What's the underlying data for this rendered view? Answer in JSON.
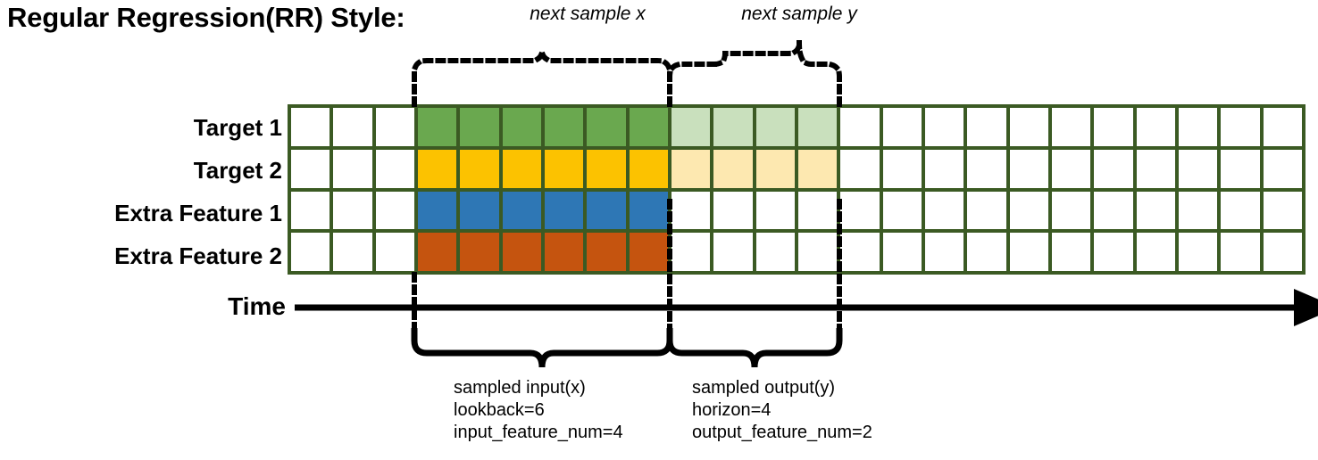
{
  "title": "Regular Regression(RR) Style:",
  "annotations": {
    "top": [
      {
        "id": "next-sample-x",
        "text": "next sample x"
      },
      {
        "id": "next-sample-y",
        "text": "next sample y"
      }
    ],
    "bottom": [
      {
        "id": "sampled-input",
        "lines": [
          "sampled input(x)",
          "lookback=6",
          "input_feature_num=4"
        ]
      },
      {
        "id": "sampled-output",
        "lines": [
          "sampled output(y)",
          "horizon=4",
          "output_feature_num=2"
        ]
      }
    ]
  },
  "axis": {
    "time_label": "Time",
    "direction": "right-arrow"
  },
  "rows": [
    {
      "label": "Target 1",
      "role": "target",
      "fill": "green",
      "fill_light": "green-light"
    },
    {
      "label": "Target 2",
      "role": "target",
      "fill": "gold",
      "fill_light": "gold-light"
    },
    {
      "label": "Extra Feature 1",
      "role": "extra-feature",
      "fill": "blue",
      "fill_light": null
    },
    {
      "label": "Extra Feature 2",
      "role": "extra-feature",
      "fill": "orange",
      "fill_light": null
    }
  ],
  "grid": {
    "columns": 24,
    "input_start_col": 3,
    "input_end_col": 9,
    "output_start_col": 9,
    "output_end_col": 13,
    "lookback": 6,
    "horizon": 4,
    "input_feature_num": 4,
    "output_feature_num": 2,
    "cells": [
      [
        "w",
        "w",
        "w",
        "green",
        "green",
        "green",
        "green",
        "green",
        "green",
        "green-light",
        "green-light",
        "green-light",
        "green-light",
        "w",
        "w",
        "w",
        "w",
        "w",
        "w",
        "w",
        "w",
        "w",
        "w",
        "w"
      ],
      [
        "w",
        "w",
        "w",
        "gold",
        "gold",
        "gold",
        "gold",
        "gold",
        "gold",
        "gold-light",
        "gold-light",
        "gold-light",
        "gold-light",
        "w",
        "w",
        "w",
        "w",
        "w",
        "w",
        "w",
        "w",
        "w",
        "w",
        "w"
      ],
      [
        "w",
        "w",
        "w",
        "blue",
        "blue",
        "blue",
        "blue",
        "blue",
        "blue",
        "w",
        "w",
        "w",
        "w",
        "w",
        "w",
        "w",
        "w",
        "w",
        "w",
        "w",
        "w",
        "w",
        "w",
        "w"
      ],
      [
        "w",
        "w",
        "w",
        "orange",
        "orange",
        "orange",
        "orange",
        "orange",
        "orange",
        "w",
        "w",
        "w",
        "w",
        "w",
        "w",
        "w",
        "w",
        "w",
        "w",
        "w",
        "w",
        "w",
        "w",
        "w"
      ]
    ]
  },
  "colors": {
    "grid_border": "#3b5a23",
    "green": "#6aa84f",
    "green_light": "#c9e0bd",
    "gold": "#fcc200",
    "gold_light": "#fde8b0",
    "blue": "#2e77b5",
    "orange": "#c5540f",
    "cell_empty": "#ffffff",
    "ink": "#000000"
  }
}
